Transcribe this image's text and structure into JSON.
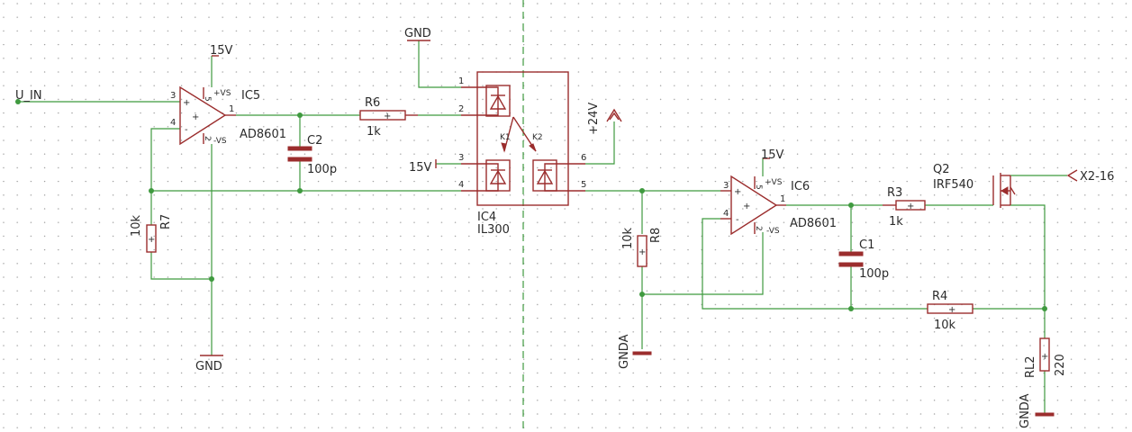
{
  "colors": {
    "wire": "#3f9a3f",
    "part": "#9b2d2d",
    "text": "#2b2b2b",
    "grid": "#9a9a9a",
    "divider": "#3f9a3f"
  },
  "nets": {
    "u_in": "U_IN",
    "x2": "X2-16",
    "gnd_top": "GND",
    "gnd_bottom": "GND",
    "gnda_1": "GNDA",
    "gnda_2": "GNDA",
    "v15_ic5": "15V",
    "v15_ic4": "15V",
    "v15_ic6": "15V",
    "v24": "+24V"
  },
  "parts": {
    "ic5": {
      "name": "IC5",
      "value": "AD8601"
    },
    "ic6": {
      "name": "IC6",
      "value": "AD8601"
    },
    "ic4": {
      "name": "IC4",
      "value": "IL300"
    },
    "r6": {
      "name": "R6",
      "value": "1k"
    },
    "r7": {
      "name": "R7",
      "value": "10k"
    },
    "r8": {
      "name": "R8",
      "value": "10k"
    },
    "r3": {
      "name": "R3",
      "value": "1k"
    },
    "r4": {
      "name": "R4",
      "value": "10k"
    },
    "c1": {
      "name": "C1",
      "value": "100p"
    },
    "c2": {
      "name": "C2",
      "value": "100p"
    },
    "q2": {
      "name": "Q2",
      "value": "IRF540"
    },
    "rl2": {
      "name": "RL2",
      "value": "220"
    }
  },
  "opamp_pins": {
    "in_plus": "3",
    "in_minus": "4",
    "out": "1",
    "vs_pos": "+VS",
    "vs_neg": "-VS",
    "pos_sym": "+",
    "neg_sym": "-",
    "pin5": "5",
    "pin2": "2"
  },
  "ic4_pins": {
    "p1": "1",
    "p2": "2",
    "p3": "3",
    "p4": "4",
    "p5": "5",
    "p6": "6",
    "k1": "K1",
    "k2": "K2"
  },
  "sym": {
    "plus": "+"
  }
}
